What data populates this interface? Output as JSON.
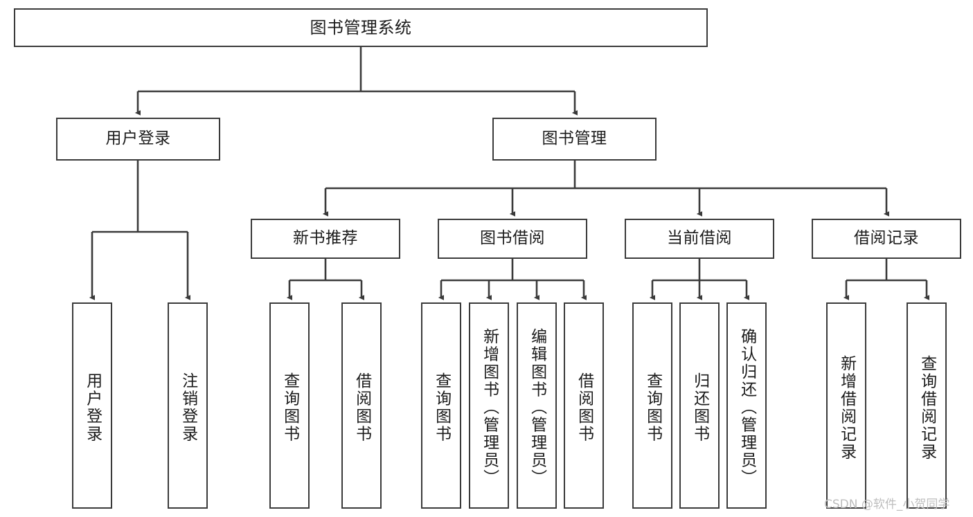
{
  "diagram": {
    "type": "tree-hierarchy",
    "title": "图书管理系统",
    "orientation": "top-down",
    "colors": {
      "box_border": "#3a3a3a",
      "box_fill": "#ffffff",
      "connector": "#3a3a3a",
      "text": "#1b1b1b",
      "watermark": "#bdbdbd",
      "canvas": "#ffffff"
    },
    "nodes": {
      "root": {
        "label": "图书管理系统",
        "level": 1,
        "orientation": "horizontal"
      },
      "level2": [
        {
          "id": "user-login",
          "label": "用户登录",
          "orientation": "horizontal"
        },
        {
          "id": "book-manage",
          "label": "图书管理",
          "orientation": "horizontal"
        }
      ],
      "level3": [
        {
          "id": "new-book-recommend",
          "label": "新书推荐",
          "orientation": "horizontal"
        },
        {
          "id": "book-borrow",
          "label": "图书借阅",
          "orientation": "horizontal"
        },
        {
          "id": "current-borrow",
          "label": "当前借阅",
          "orientation": "horizontal"
        },
        {
          "id": "borrow-record",
          "label": "借阅记录",
          "orientation": "horizontal"
        }
      ],
      "leaves": [
        {
          "id": "leaf-user-login",
          "label": "用户登录",
          "parent": "user-login",
          "orientation": "vertical"
        },
        {
          "id": "leaf-user-logout",
          "label": "注销登录",
          "parent": "user-login",
          "orientation": "vertical"
        },
        {
          "id": "leaf-query-book-1",
          "label": "查询图书",
          "parent": "new-book-recommend",
          "orientation": "vertical"
        },
        {
          "id": "leaf-borrow-book-1",
          "label": "借阅图书",
          "parent": "new-book-recommend",
          "orientation": "vertical"
        },
        {
          "id": "leaf-query-book-2",
          "label": "查询图书",
          "parent": "book-borrow",
          "orientation": "vertical"
        },
        {
          "id": "leaf-add-book",
          "label": "新增图书（管理员）",
          "parent": "book-borrow",
          "orientation": "vertical"
        },
        {
          "id": "leaf-edit-book",
          "label": "编辑图书（管理员）",
          "parent": "book-borrow",
          "orientation": "vertical"
        },
        {
          "id": "leaf-borrow-book-2",
          "label": "借阅图书",
          "parent": "book-borrow",
          "orientation": "vertical"
        },
        {
          "id": "leaf-query-book-3",
          "label": "查询图书",
          "parent": "current-borrow",
          "orientation": "vertical"
        },
        {
          "id": "leaf-return-book",
          "label": "归还图书",
          "parent": "current-borrow",
          "orientation": "vertical"
        },
        {
          "id": "leaf-confirm-return",
          "label": "确认归还（管理员）",
          "parent": "current-borrow",
          "orientation": "vertical"
        },
        {
          "id": "leaf-add-record",
          "label": "新增借阅记录",
          "parent": "borrow-record",
          "orientation": "vertical"
        },
        {
          "id": "leaf-query-record",
          "label": "查询借阅记录",
          "parent": "borrow-record",
          "orientation": "vertical"
        }
      ]
    },
    "edges": [
      {
        "from": "root",
        "to": "user-login"
      },
      {
        "from": "root",
        "to": "book-manage"
      },
      {
        "from": "book-manage",
        "to": "new-book-recommend"
      },
      {
        "from": "book-manage",
        "to": "book-borrow"
      },
      {
        "from": "book-manage",
        "to": "current-borrow"
      },
      {
        "from": "book-manage",
        "to": "borrow-record"
      },
      {
        "from": "user-login",
        "to": "leaf-user-login"
      },
      {
        "from": "user-login",
        "to": "leaf-user-logout"
      },
      {
        "from": "new-book-recommend",
        "to": "leaf-query-book-1"
      },
      {
        "from": "new-book-recommend",
        "to": "leaf-borrow-book-1"
      },
      {
        "from": "book-borrow",
        "to": "leaf-query-book-2"
      },
      {
        "from": "book-borrow",
        "to": "leaf-add-book"
      },
      {
        "from": "book-borrow",
        "to": "leaf-edit-book"
      },
      {
        "from": "book-borrow",
        "to": "leaf-borrow-book-2"
      },
      {
        "from": "current-borrow",
        "to": "leaf-query-book-3"
      },
      {
        "from": "current-borrow",
        "to": "leaf-return-book"
      },
      {
        "from": "current-borrow",
        "to": "leaf-confirm-return"
      },
      {
        "from": "borrow-record",
        "to": "leaf-add-record"
      },
      {
        "from": "borrow-record",
        "to": "leaf-query-record"
      }
    ]
  },
  "watermark": {
    "text": "CSDN @软件_小贺同学"
  }
}
